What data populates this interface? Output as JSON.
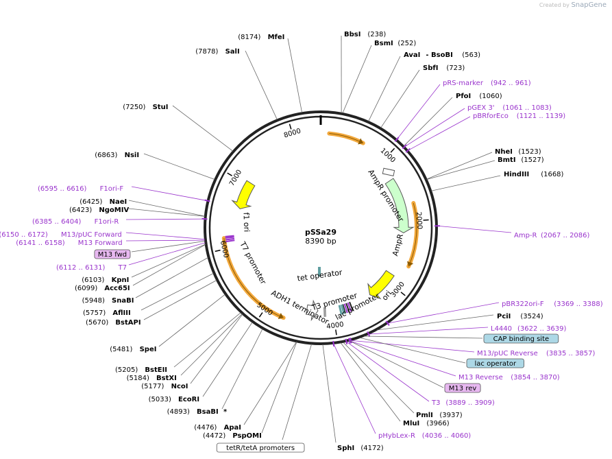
{
  "credit": {
    "prefix": "Created by",
    "brand": "SnapGene"
  },
  "plasmid": {
    "name": "pSSa29",
    "size_label": "8390 bp",
    "length": 8390
  },
  "ticks": [
    {
      "label": "1000",
      "bp": 1000
    },
    {
      "label": "2000",
      "bp": 2000
    },
    {
      "label": "3000",
      "bp": 3000
    },
    {
      "label": "4000",
      "bp": 4000
    },
    {
      "label": "5000",
      "bp": 5000
    },
    {
      "label": "6000",
      "bp": 6000
    },
    {
      "label": "7000",
      "bp": 7000
    },
    {
      "label": "8000",
      "bp": 8000
    }
  ],
  "features": [
    {
      "name": "AmpR promoter",
      "bp": 360
    },
    {
      "name": "AmpR",
      "bp": 1650
    },
    {
      "name": "ori",
      "bp": 3050
    },
    {
      "name": "lac promoter",
      "bp": 3720
    },
    {
      "name": "T3 promoter",
      "bp": 3870
    },
    {
      "name": "tet operator",
      "bp": 4180
    },
    {
      "name": "ADH1 terminator",
      "bp": 4650
    },
    {
      "name": "T7 promoter",
      "bp": 5700
    },
    {
      "name": "f1 ori",
      "bp": 6850
    }
  ],
  "colors": {
    "backbone": "#222222",
    "orange": "#f2a83c",
    "yellow": "#ffff00",
    "green": "#ccffcc",
    "purple": "#9933cc",
    "tet_operator": "#5f9ea0",
    "cap_box": "#add8e6",
    "primer_box": "#e7b8f0"
  },
  "right_labels": [
    {
      "name": "BbsI",
      "pos": "(238)",
      "bp": 238
    },
    {
      "name": "BsmI",
      "pos": "(252)",
      "bp": 252
    },
    {
      "name": "AvaI",
      "name2": "- BsoBI",
      "pos": "(563)",
      "bp": 563
    },
    {
      "name": "SbfI",
      "pos": "(723)",
      "bp": 723
    },
    {
      "name": "pRS-marker",
      "pos": "(942 .. 961)",
      "bp": 950,
      "feature": true
    },
    {
      "name": "PfoI",
      "pos": "(1060)",
      "bp": 1060
    },
    {
      "name": "pGEX 3'",
      "pos": "(1061 .. 1083)",
      "bp": 1072,
      "feature": true
    },
    {
      "name": "pBRforEco",
      "pos": "(1121 .. 1139)",
      "bp": 1130,
      "feature": true
    },
    {
      "name": "NheI",
      "pos": "(1523)",
      "bp": 1523
    },
    {
      "name": "BmtI",
      "pos": "(1527)",
      "bp": 1527
    },
    {
      "name": "HindIII",
      "pos": "(1668)",
      "bp": 1668
    },
    {
      "name": "Amp-R",
      "pos": "(2067 .. 2086)",
      "bp": 2076,
      "feature": true
    },
    {
      "name": "pBR322ori-F",
      "pos": "(3369 .. 3388)",
      "bp": 3378,
      "feature": true
    },
    {
      "name": "PciI",
      "pos": "(3524)",
      "bp": 3524
    },
    {
      "name": "L4440",
      "pos": "(3622 .. 3639)",
      "bp": 3630,
      "feature": true
    },
    {
      "name": "CAP binding site",
      "box": "cap",
      "bp": 3690
    },
    {
      "name": "M13/pUC Reverse",
      "pos": "(3835 .. 3857)",
      "bp": 3846,
      "feature": true
    },
    {
      "name": "lac operator",
      "box": "cap",
      "bp": 3740
    },
    {
      "name": "M13 Reverse",
      "pos": "(3854 .. 3870)",
      "bp": 3862,
      "feature": true
    },
    {
      "name": "M13 rev",
      "box": "primer",
      "bp": 3862
    },
    {
      "name": "T3",
      "pos": "(3889 .. 3909)",
      "bp": 3899,
      "feature": true
    },
    {
      "name": "PmlI",
      "pos": "(3937)",
      "bp": 3937
    },
    {
      "name": "MluI",
      "pos": "(3966)",
      "bp": 3966
    },
    {
      "name": "pHybLex-R",
      "pos": "(4036 .. 4060)",
      "bp": 4048,
      "feature": true
    }
  ],
  "left_labels": [
    {
      "name": "MfeI",
      "pos": "(8174)",
      "bp": 8174
    },
    {
      "name": "SalI",
      "pos": "(7878)",
      "bp": 7878
    },
    {
      "name": "StuI",
      "pos": "(7250)",
      "bp": 7250
    },
    {
      "name": "NsiI",
      "pos": "(6863)",
      "bp": 6863
    },
    {
      "name": "F1ori-F",
      "pos": "(6595 .. 6616)",
      "bp": 6605,
      "feature": true
    },
    {
      "name": "NaeI",
      "pos": "(6425)",
      "bp": 6425
    },
    {
      "name": "NgoMIV",
      "pos": "(6423)",
      "bp": 6423
    },
    {
      "name": "F1ori-R",
      "pos": "(6385 .. 6404)",
      "bp": 6394,
      "feature": true
    },
    {
      "name": "M13/pUC Forward",
      "pos": "(6150 .. 6172)",
      "bp": 6161,
      "feature": true
    },
    {
      "name": "M13 Forward",
      "pos": "(6141 .. 6158)",
      "bp": 6150,
      "feature": true
    },
    {
      "name": "M13 fwd",
      "box": "primer",
      "bp": 6140
    },
    {
      "name": "T7",
      "pos": "(6112 .. 6131)",
      "bp": 6121,
      "feature": true
    },
    {
      "name": "KpnI",
      "pos": "(6103)",
      "bp": 6103
    },
    {
      "name": "Acc65I",
      "pos": "(6099)",
      "bp": 6099
    },
    {
      "name": "SnaBI",
      "pos": "(5948)",
      "bp": 5948
    },
    {
      "name": "AflIII",
      "pos": "(5757)",
      "bp": 5757
    },
    {
      "name": "BstAPI",
      "pos": "(5670)",
      "bp": 5670
    },
    {
      "name": "SpeI",
      "pos": "(5481)",
      "bp": 5481
    },
    {
      "name": "BstEII",
      "pos": "(5205)",
      "bp": 5205
    },
    {
      "name": "BstXI",
      "pos": "(5184)",
      "bp": 5184
    },
    {
      "name": "NcoI",
      "pos": "(5177)",
      "bp": 5177
    },
    {
      "name": "EcoRI",
      "pos": "(5033)",
      "bp": 5033
    },
    {
      "name": "BsaBI",
      "name2": "*",
      "pos": "(4893)",
      "bp": 4893
    },
    {
      "name": "ApaI",
      "pos": "(4476)",
      "bp": 4476
    },
    {
      "name": "PspOMI",
      "pos": "(4472)",
      "bp": 4472
    },
    {
      "name": "tetR/tetA promoters",
      "box": "white",
      "bp": 4300
    }
  ],
  "bottom_labels": [
    {
      "name": "SphI",
      "pos": "(4172)",
      "bp": 4172
    }
  ]
}
